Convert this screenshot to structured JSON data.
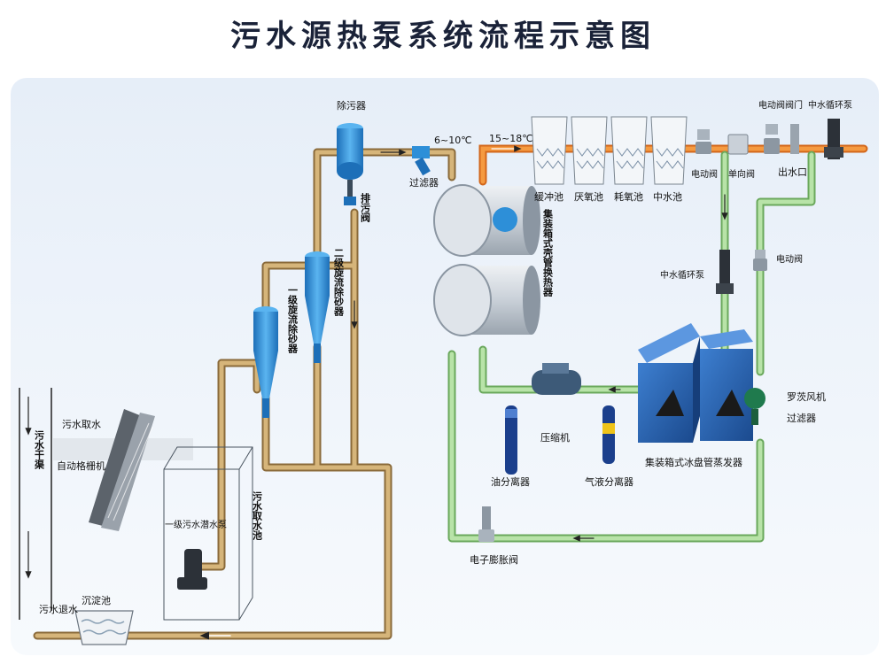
{
  "title": "污水源热泵系统流程示意图",
  "labels": {
    "canal": "污水干渠",
    "intake": "污水取水",
    "screen": "自动格栅机",
    "settling": "沉淀池",
    "outfall": "污水退水",
    "pump": "一级污水潜水泵",
    "pool": "污水取水池",
    "sep1": "一级旋流除砂器",
    "sep2": "二级旋流除砂器",
    "dirt": "除污器",
    "drain_valve": "排污阀",
    "filter": "过滤器",
    "temp_in": "6~10℃",
    "temp_out": "15~18℃",
    "exchanger": "集装箱式壳管换热器",
    "buffer": "缓冲池",
    "anaerobic": "厌氧池",
    "anoxic": "耗氧池",
    "reclaimed": "中水池",
    "ev1": "电动阀",
    "ev2": "电动阀",
    "ev3": "电动阀",
    "check": "单向阀",
    "gate": "阀门",
    "pump2_top": "中水循环泵",
    "outlet": "出水口",
    "pump2_mid": "中水循环泵",
    "compressor": "压缩机",
    "oil_sep": "油分离器",
    "gas_sep": "气液分离器",
    "evaporator": "集装箱式冰盘管蒸发器",
    "blower": "罗茨风机",
    "filter2": "过滤器",
    "exp_valve": "电子膨胀阀"
  },
  "colors": {
    "sewage_pipe": "#c9a66b",
    "sewage_pipe_dark": "#8a6a3a",
    "hot_pipe": "#f08a2c",
    "loop_pipe": "#a8d89a",
    "loop_pipe_dark": "#6aa85c",
    "equipment_blue": "#2d8fd8",
    "panel_bg": "#eaf2fa"
  }
}
